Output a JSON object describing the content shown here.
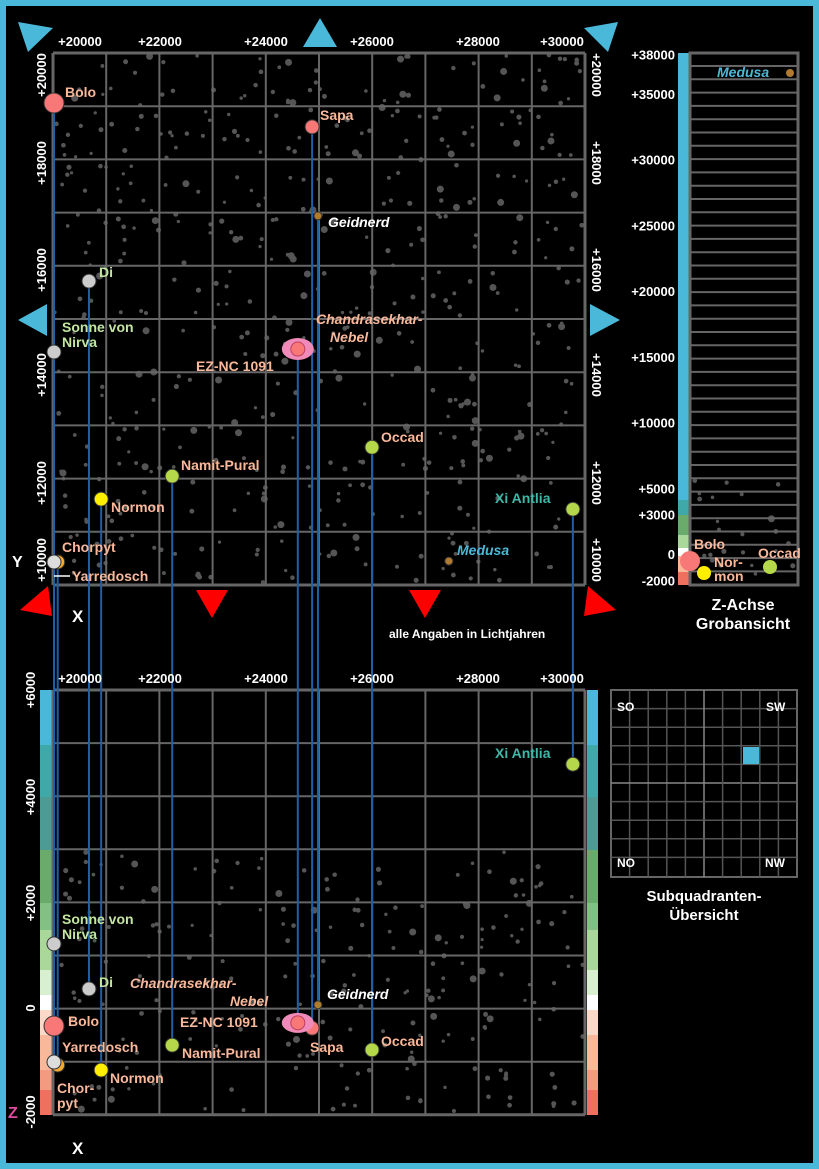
{
  "note": "alle Angaben in Lichtjahren",
  "axis_x_label": "X",
  "axis_y_label": "Y",
  "axis_z_label": "Z",
  "x_ticks": [
    "+20000",
    "+22000",
    "+24000",
    "+26000",
    "+28000",
    "+30000"
  ],
  "y_ticks": [
    "+20000",
    "+18000",
    "+16000",
    "+14000",
    "+12000",
    "+10000"
  ],
  "z_ticks": [
    "+6000",
    "+4000",
    "+2000",
    "0",
    "-2000"
  ],
  "zcoarse": {
    "title1": "Z-Achse",
    "title2": "Grobansicht",
    "ticks": [
      "+38000",
      "+35000",
      "+30000",
      "+25000",
      "+20000",
      "+15000",
      "+10000",
      "+5000",
      "+3000",
      "0",
      "-2000"
    ],
    "tick_values": [
      38000,
      35000,
      30000,
      25000,
      20000,
      15000,
      10000,
      5000,
      3000,
      0,
      -2000
    ],
    "labels": {
      "medusa": "Medusa",
      "bolo": "Bolo",
      "normon1": "Nor-",
      "normon2": "mon",
      "occad": "Occad"
    }
  },
  "subquadrants": {
    "title1": "Subquadranten-",
    "title2": "Übersicht",
    "so": "SO",
    "sw": "SW",
    "no": "NO",
    "nw": "NW"
  },
  "stars": [
    {
      "name": "Bolo",
      "x": 20000,
      "y": 20000,
      "z": -340,
      "color": "#f87878",
      "label_color": "#f9b899"
    },
    {
      "name": "Sapa",
      "x": 24870,
      "y": 19480,
      "z": -380,
      "color": "#f87878",
      "label_color": "#f9b899"
    },
    {
      "name": "Geidnerd",
      "x": 24980,
      "y": 17540,
      "z": 60,
      "color": "#b07a30",
      "label_color": "#ffffff"
    },
    {
      "name": "Di",
      "x": 20660,
      "y": 16120,
      "z": 360,
      "color": "#cccccc",
      "label_color": "#c2e6a0"
    },
    {
      "name": "Sonne von Nirva",
      "line1": "Sonne von",
      "line2": "Nirva",
      "x": 20000,
      "y": 14575,
      "z": 1210,
      "color": "#cccccc",
      "label_color": "#c2e6a0"
    },
    {
      "name": "EZ-NC 1091",
      "x": 24600,
      "y": 14640,
      "z": -280,
      "color": "#f08ab8",
      "label_color": "#f9b899"
    },
    {
      "name": "Occad",
      "x": 26000,
      "y": 12500,
      "z": -790,
      "color": "#b5d84a",
      "label_color": "#f9b899"
    },
    {
      "name": "Namit-Pural",
      "x": 22230,
      "y": 11870,
      "z": -700,
      "color": "#b5d84a",
      "label_color": "#f9b899"
    },
    {
      "name": "Normon",
      "x": 20890,
      "y": 11370,
      "z": -1170,
      "color": "#ffee00",
      "label_color": "#f9b899"
    },
    {
      "name": "Xi Antlia",
      "x": 29790,
      "y": 11150,
      "z": 4600,
      "color": "#b5d84a",
      "label_color": "#3fb8a8"
    },
    {
      "name": "Chorpyt",
      "line1": "Chor-",
      "line2": "pyt",
      "x": 20070,
      "y": 10000,
      "z": -1075,
      "color": "#f5a830",
      "label_color": "#f9b899"
    },
    {
      "name": "Yarredosch",
      "x": 20000,
      "y": 10000,
      "z": -1020,
      "color": "#dddddd",
      "label_color": "#f9b899"
    },
    {
      "name": "Medusa",
      "x": 27450,
      "y": 10020,
      "z": 37000,
      "color": "#b07a30",
      "label_color": "#4db8d8"
    }
  ],
  "nebula": {
    "line1": "Chandrasekhar-",
    "line2": "Nebel",
    "label_color": "#f9b899"
  },
  "colors": {
    "frame": "#4ab8d8",
    "grid": "#666666",
    "link": "#1f5fa8",
    "marker_red": "#ff0000",
    "marker_blue": "#4ab8d8",
    "z_label": "#e04aa0"
  }
}
